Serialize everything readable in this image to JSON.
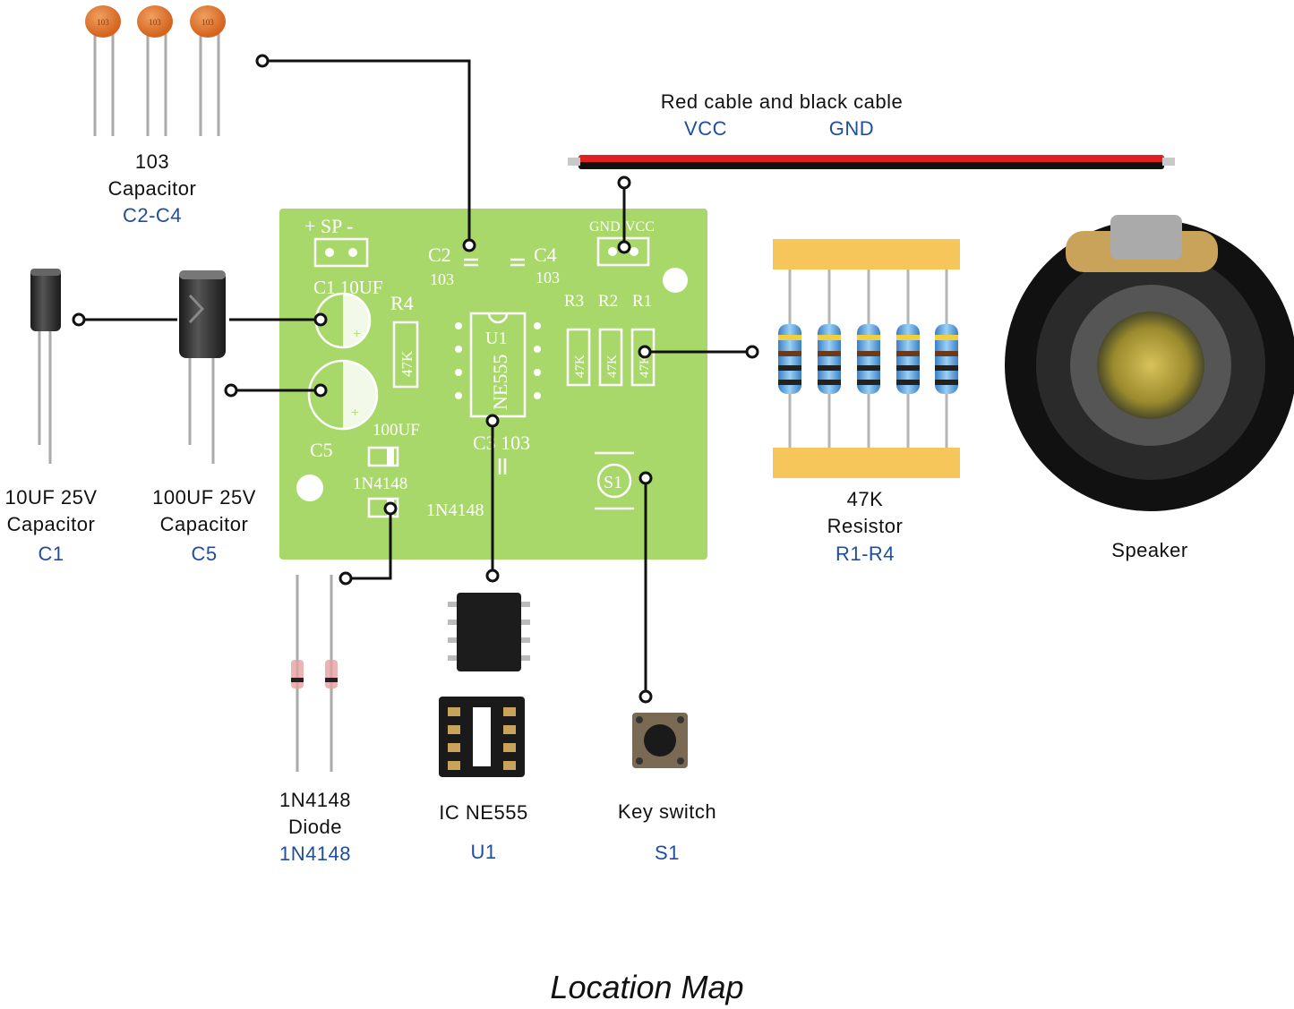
{
  "title": "Location Map",
  "components": {
    "ceramic_cap": {
      "line1": "103",
      "line2": "Capacitor",
      "ref": "C2-C4",
      "marking": "103"
    },
    "cap_10uf": {
      "line1": "10UF 25V",
      "line2": "Capacitor",
      "ref": "C1"
    },
    "cap_100uf": {
      "line1": "100UF 25V",
      "line2": "Capacitor",
      "ref": "C5"
    },
    "cable": {
      "line1": "Red cable and black cable",
      "vcc": "VCC",
      "gnd": "GND",
      "colors": {
        "red": "#e02020",
        "black": "#111111"
      }
    },
    "resistor": {
      "line1": "47K",
      "line2": "Resistor",
      "ref": "R1-R4"
    },
    "speaker": {
      "line1": "Speaker"
    },
    "diode": {
      "line1": "1N4148",
      "line2": "Diode",
      "ref": "1N4148"
    },
    "ic": {
      "line1": "IC NE555",
      "ref": "U1"
    },
    "key_switch": {
      "line1": "Key switch",
      "ref": "S1"
    }
  },
  "pcb": {
    "color": "#a9d86a",
    "silk": {
      "sp": "+ SP -",
      "c1": "C1 10UF",
      "r4": "R4",
      "c2": "C2",
      "c2v": "103",
      "c4": "C4",
      "c4v": "103",
      "gnd": "GND",
      "vcc": "VCC",
      "u1": "U1",
      "ne555": "NE555",
      "r3": "R3",
      "r2": "R2",
      "r1": "R1",
      "r47k": "47K",
      "c5": "C5",
      "c5v": "100UF",
      "c3": "C3 103",
      "d1": "1N4148",
      "d2": "1N4148",
      "s1": "S1"
    }
  }
}
